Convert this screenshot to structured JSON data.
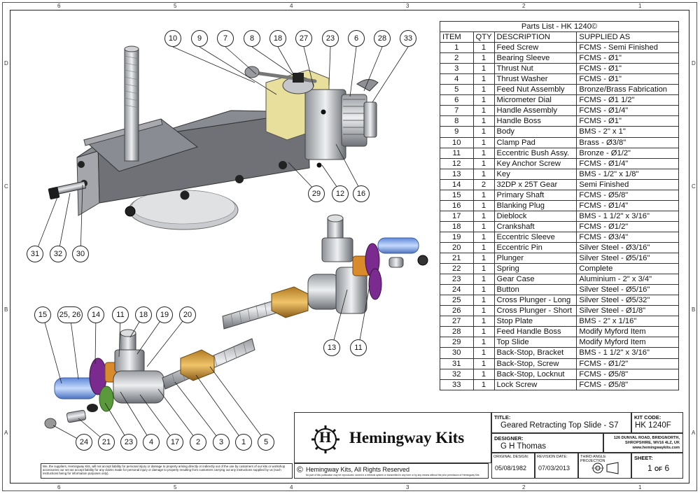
{
  "zones": {
    "top": [
      "6",
      "5",
      "4",
      "3",
      "2",
      "1"
    ],
    "bottom": [
      "6",
      "5",
      "4",
      "3",
      "2",
      "1"
    ],
    "left": [
      "D",
      "C",
      "B",
      "A"
    ],
    "right": [
      "D",
      "C",
      "B",
      "A"
    ]
  },
  "parts_list": {
    "title": "Parts List - HK 1240©",
    "headers": [
      "ITEM",
      "QTY",
      "DESCRIPTION",
      "SUPPLIED AS"
    ],
    "rows": [
      [
        "1",
        "1",
        "Feed Screw",
        "FCMS - Semi Finished"
      ],
      [
        "2",
        "1",
        "Bearing Sleeve",
        "FCMS - Ø1\""
      ],
      [
        "3",
        "1",
        "Thrust Nut",
        "FCMS - Ø1\""
      ],
      [
        "4",
        "1",
        "Thrust Washer",
        "FCMS - Ø1\""
      ],
      [
        "5",
        "1",
        "Feed Nut Assembly",
        "Bronze/Brass Fabrication"
      ],
      [
        "6",
        "1",
        "Micrometer Dial",
        "FCMS - Ø1 1/2\""
      ],
      [
        "7",
        "1",
        "Handle Assembly",
        "FCMS - Ø1/4\""
      ],
      [
        "8",
        "1",
        "Handle Boss",
        "FCMS - Ø1\""
      ],
      [
        "9",
        "1",
        "Body",
        "BMS - 2\" x 1\""
      ],
      [
        "10",
        "1",
        "Clamp Pad",
        "Brass - Ø3/8\""
      ],
      [
        "11",
        "1",
        "Eccentric Bush Assy.",
        "Bronze - Ø1/2\""
      ],
      [
        "12",
        "1",
        "Key Anchor Screw",
        "FCMS - Ø1/4\""
      ],
      [
        "13",
        "1",
        "Key",
        "BMS - 1/2\" x 1/8\""
      ],
      [
        "14",
        "2",
        "32DP x 25T Gear",
        "Semi Finished"
      ],
      [
        "15",
        "1",
        "Primary Shaft",
        "FCMS - Ø5/8\""
      ],
      [
        "16",
        "1",
        "Blanking Plug",
        "FCMS - Ø1/4\""
      ],
      [
        "17",
        "1",
        "Dieblock",
        "BMS - 1 1/2\" x 3/16\""
      ],
      [
        "18",
        "1",
        "Crankshaft",
        "FCMS - Ø1/2\""
      ],
      [
        "19",
        "1",
        "Eccentric Sleeve",
        "FCMS - Ø3/4\""
      ],
      [
        "20",
        "1",
        "Eccentric Pin",
        "Silver Steel - Ø3/16\""
      ],
      [
        "21",
        "1",
        "Plunger",
        "Silver Steel - Ø5/16\""
      ],
      [
        "22",
        "1",
        "Spring",
        "Complete"
      ],
      [
        "23",
        "1",
        "Gear Case",
        "Aluminium - 2\" x 3/4\""
      ],
      [
        "24",
        "1",
        "Button",
        "Silver Steel - Ø5/16\""
      ],
      [
        "25",
        "1",
        "Cross Plunger - Long",
        "Silver Steel - Ø5/32\""
      ],
      [
        "26",
        "1",
        "Cross Plunger - Short",
        "Silver Steel - Ø1/8\""
      ],
      [
        "27",
        "1",
        "Stop Plate",
        "BMS - 2\" x 1/16\""
      ],
      [
        "28",
        "1",
        "Feed Handle Boss",
        "Modify Myford Item"
      ],
      [
        "29",
        "1",
        "Top Slide",
        "Modify Myford Item"
      ],
      [
        "30",
        "1",
        "Back-Stop, Bracket",
        "BMS - 1 1/2\" x 3/16\""
      ],
      [
        "31",
        "1",
        "Back-Stop, Screw",
        "FCMS - Ø1/2\""
      ],
      [
        "32",
        "1",
        "Back-Stop, Locknut",
        "FCMS - Ø5/8\""
      ],
      [
        "33",
        "1",
        "Lock Screw",
        "FCMS - Ø5/8\""
      ]
    ]
  },
  "callouts_top": [
    "10",
    "9",
    "7",
    "8",
    "18",
    "27",
    "23",
    "6",
    "28",
    "33",
    "29",
    "12",
    "16",
    "31",
    "32",
    "30"
  ],
  "callouts_mid": [
    "13",
    "11"
  ],
  "callouts_bottom": [
    "15",
    "25, 26",
    "14",
    "11",
    "18",
    "19",
    "20",
    "24",
    "21",
    "23",
    "4",
    "17",
    "2",
    "3",
    "1",
    "5"
  ],
  "title_block": {
    "title_label": "TITLE:",
    "title": "Geared Retracting Top Slide - S7",
    "kit_code_label": "KIT CODE:",
    "kit_code": "HK 1240F",
    "brand_initial": "H",
    "brand": "Hemingway Kits",
    "designer_label": "DESIGNER:",
    "designer": "G H Thomas",
    "address_line1": "126 DUNVAL ROAD, BRIDGNORTH,",
    "address_line2": "SHROPSHIRE, WV16 4LZ, UK",
    "website": "www.hemingwaykits.com",
    "original_design_label": "ORIGINAL DESIGN:",
    "original_design": "05/08/1982",
    "revision_label": "REVISION DATE:",
    "revision": "07/03/2013",
    "projection_label": "THIRD ANGLE PROJECTION",
    "sheet_label": "SHEET:",
    "sheet_num": "1",
    "sheet_of": "OF",
    "sheet_total": "6",
    "copyright": "Hemingway Kits, All Rights Reserved",
    "copyright_symbol": "©",
    "copyright_fine": "No part of this publication may be reproduced, stored in a retrieval system or transmitted in any form or by any means without the prior permission of Hemingway Kits",
    "disclaimer": "We, the suppliers, Hemingway Kits, will not accept liability for personal injury or damage to property arising directly or indirectly out of the use by customers of our kits or workshop accessories our set we accept liability for any claims made for personal injury or damage to property resulting from customers carrying out any instructions supplied by us (such instructions being for information purposes only)."
  },
  "colors": {
    "body_grey": "#7d7f86",
    "steel": "#c7c9cc",
    "brass": "#c9963c",
    "purple_gear": "#7b2a8f",
    "blue_shaft": "#8fb4f2",
    "orange": "#d98a2a"
  }
}
